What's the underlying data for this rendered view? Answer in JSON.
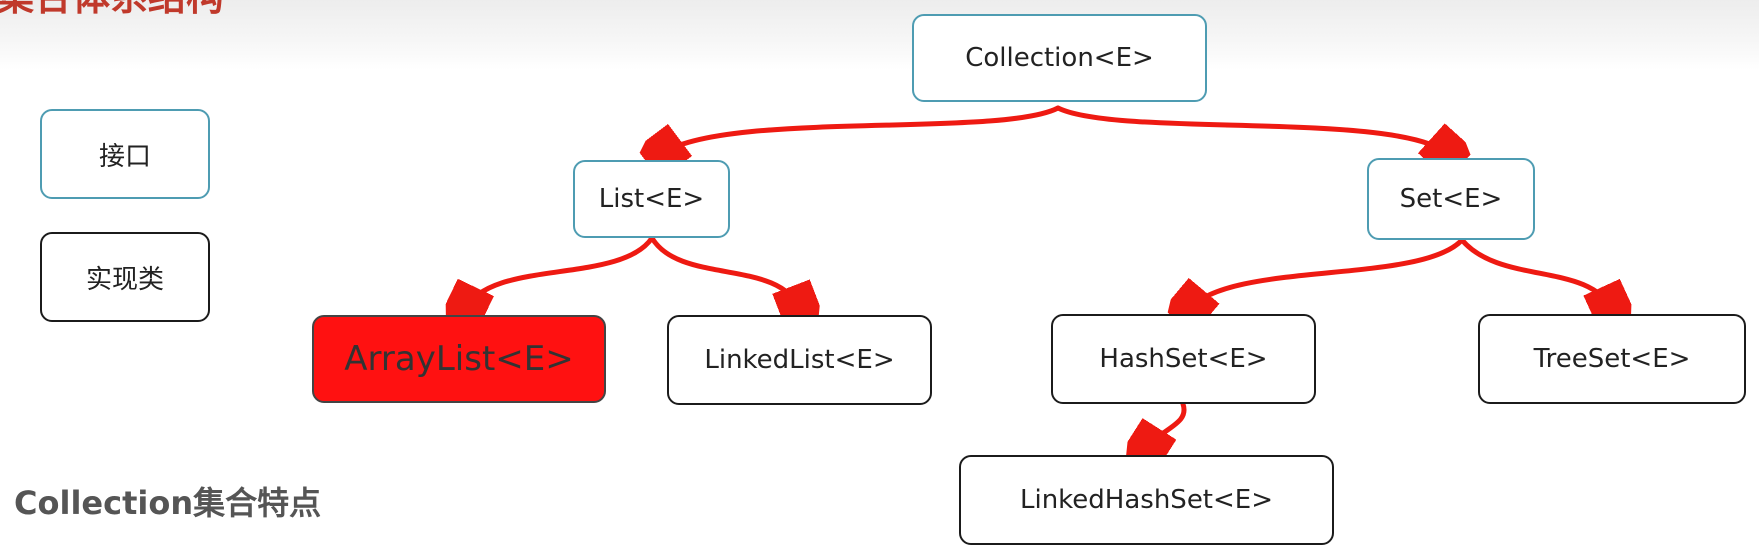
{
  "header": {
    "title": "集合体系结构"
  },
  "legend": {
    "interface": "接口",
    "implementation": "实现类"
  },
  "nodes": {
    "collection": "Collection<E>",
    "list": "List<E>",
    "set": "Set<E>",
    "arraylist": "ArrayList<E>",
    "linkedlist": "LinkedList<E>",
    "hashset": "HashSet<E>",
    "treeset": "TreeSet<E>",
    "linkedhashset": "LinkedHashSet<E>"
  },
  "footer": {
    "label": "Collection集合特点"
  },
  "colors": {
    "interface_border": "#4e9cb2",
    "implementation_border": "#1b1b1b",
    "edge": "#ee1a12",
    "highlight": "#ff1111"
  }
}
